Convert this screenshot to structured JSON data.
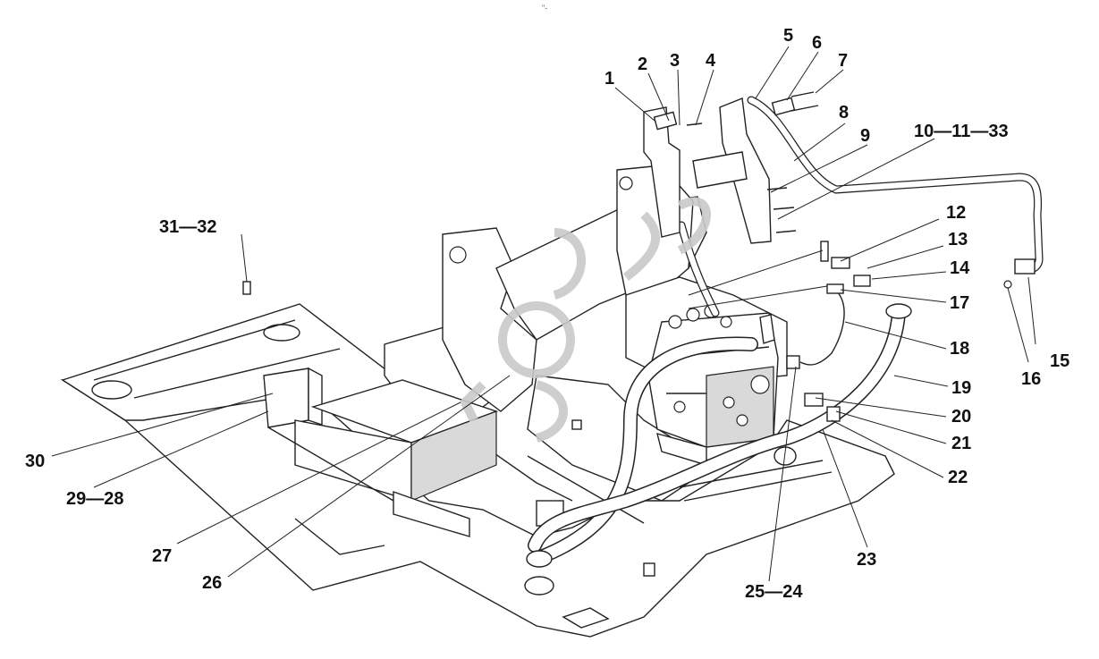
{
  "header_mark": "\"-",
  "watermark": "AUTOSC",
  "callouts": [
    {
      "id": "c1",
      "text": "1"
    },
    {
      "id": "c2",
      "text": "2"
    },
    {
      "id": "c3",
      "text": "3"
    },
    {
      "id": "c4",
      "text": "4"
    },
    {
      "id": "c5",
      "text": "5"
    },
    {
      "id": "c6",
      "text": "6"
    },
    {
      "id": "c7",
      "text": "7"
    },
    {
      "id": "c8",
      "text": "8"
    },
    {
      "id": "c9",
      "text": "9"
    },
    {
      "id": "c10",
      "text": "10—11—33"
    },
    {
      "id": "c12",
      "text": "12"
    },
    {
      "id": "c13",
      "text": "13"
    },
    {
      "id": "c14",
      "text": "14"
    },
    {
      "id": "c15",
      "text": "15"
    },
    {
      "id": "c16",
      "text": "16"
    },
    {
      "id": "c17",
      "text": "17"
    },
    {
      "id": "c18",
      "text": "18"
    },
    {
      "id": "c19",
      "text": "19"
    },
    {
      "id": "c20",
      "text": "20"
    },
    {
      "id": "c21",
      "text": "21"
    },
    {
      "id": "c22",
      "text": "22"
    },
    {
      "id": "c23",
      "text": "23"
    },
    {
      "id": "c25",
      "text": "25—24"
    },
    {
      "id": "c26",
      "text": "26"
    },
    {
      "id": "c27",
      "text": "27"
    },
    {
      "id": "c29",
      "text": "29—28"
    },
    {
      "id": "c30",
      "text": "30"
    },
    {
      "id": "c31",
      "text": "31—32"
    }
  ]
}
